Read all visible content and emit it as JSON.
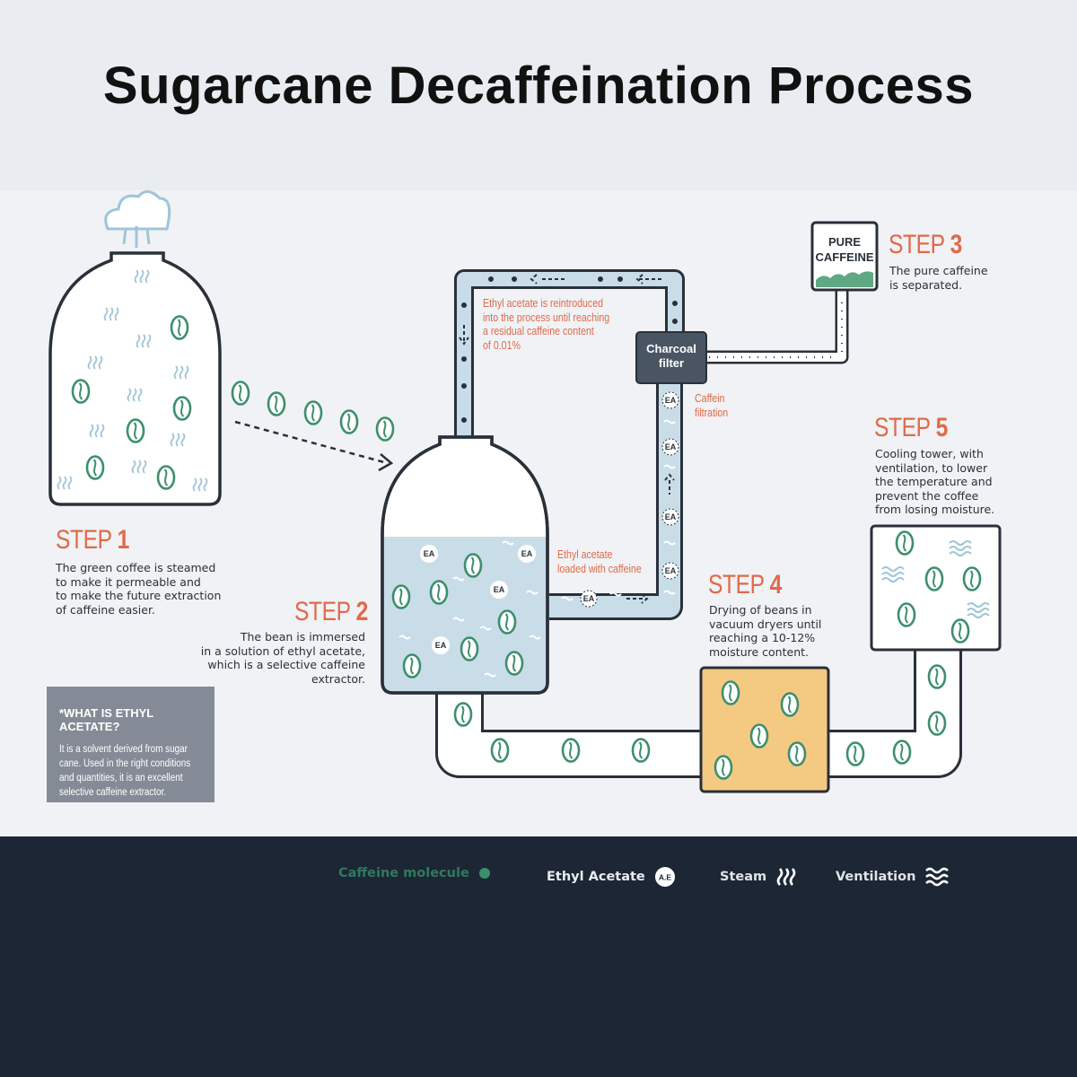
{
  "title": "Sugarcane Decaffeination Process",
  "steps": [
    {
      "label": "STEP",
      "number": "1",
      "description": [
        "The green coffee is steamed",
        "to make it permeable and",
        "to make the future extraction",
        "of caffeine easier."
      ]
    },
    {
      "label": "STEP",
      "number": "2",
      "description": [
        "The bean is immersed",
        "in a solution of ethyl acetate,",
        "which is a selective caffeine",
        "extractor."
      ]
    },
    {
      "label": "STEP",
      "number": "3",
      "description": [
        "The pure caffeine",
        "is separated."
      ]
    },
    {
      "label": "STEP",
      "number": "4",
      "description": [
        "Drying of beans in",
        "vacuum dryers until",
        "reaching a 10-12%",
        "moisture content."
      ]
    },
    {
      "label": "STEP",
      "number": "5",
      "description": [
        "Cooling tower, with",
        "ventilation, to lower",
        "the temperature and",
        "prevent the coffee",
        "from losing moisture."
      ]
    }
  ],
  "notes": {
    "reintroduced": [
      "Ethyl acetate is reintroduced",
      "into the process until reaching",
      "a residual caffeine content",
      "of 0.01%"
    ],
    "caffein_filtration": [
      "Caffein",
      "filtration"
    ],
    "loaded": [
      "Ethyl acetate",
      "loaded with caffeine"
    ]
  },
  "charcoal_filter": [
    "Charcoal",
    "filter"
  ],
  "pure_caffeine": [
    "PURE",
    "CAFFEINE"
  ],
  "ea_marker": "EA",
  "ethyl_acetate_box": {
    "heading": "*WHAT IS ETHYL ACETATE?",
    "body": [
      "It is a solvent derived from sugar",
      "cane. Used in the right conditions",
      "and quantities, it is an excellent",
      "selective caffeine extractor."
    ]
  },
  "legend": {
    "caffeine": "Caffeine molecule",
    "ethyl_acetate": "Ethyl Acetate",
    "ethyl_acetate_badge": "A.E",
    "steam": "Steam",
    "ventilation": "Ventilation"
  },
  "colors": {
    "accent": "#e06a4a",
    "bean_green": "#3d8f6c",
    "liquid_blue": "#c9dde9",
    "dryer_yellow": "#f4c982",
    "filter_dark": "#4a5563",
    "footer_bg": "#1d2634",
    "outline": "#2a303a"
  }
}
